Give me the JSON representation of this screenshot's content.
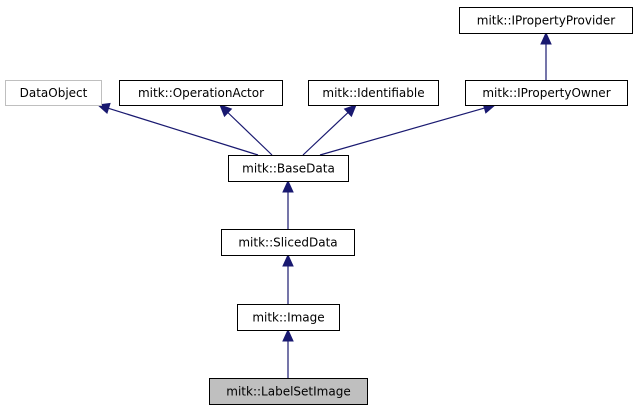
{
  "diagram": {
    "type": "inheritance-graph",
    "colors": {
      "edge": "#191970",
      "node_border": "#000000",
      "external_node_border": "#bfbfbf",
      "node_fill": "#ffffff",
      "highlight_fill": "#bfbfbf"
    },
    "nodes": [
      {
        "id": "IPropertyProvider",
        "label": "mitk::IPropertyProvider",
        "style": "normal"
      },
      {
        "id": "DataObject",
        "label": "DataObject",
        "style": "external"
      },
      {
        "id": "OperationActor",
        "label": "mitk::OperationActor",
        "style": "normal"
      },
      {
        "id": "Identifiable",
        "label": "mitk::Identifiable",
        "style": "normal"
      },
      {
        "id": "IPropertyOwner",
        "label": "mitk::IPropertyOwner",
        "style": "normal"
      },
      {
        "id": "BaseData",
        "label": "mitk::BaseData",
        "style": "normal"
      },
      {
        "id": "SlicedData",
        "label": "mitk::SlicedData",
        "style": "normal"
      },
      {
        "id": "Image",
        "label": "mitk::Image",
        "style": "normal"
      },
      {
        "id": "LabelSetImage",
        "label": "mitk::LabelSetImage",
        "style": "highlight"
      }
    ],
    "edges": [
      {
        "from": "IPropertyOwner",
        "to": "IPropertyProvider"
      },
      {
        "from": "BaseData",
        "to": "DataObject"
      },
      {
        "from": "BaseData",
        "to": "OperationActor"
      },
      {
        "from": "BaseData",
        "to": "Identifiable"
      },
      {
        "from": "BaseData",
        "to": "IPropertyOwner"
      },
      {
        "from": "SlicedData",
        "to": "BaseData"
      },
      {
        "from": "Image",
        "to": "SlicedData"
      },
      {
        "from": "LabelSetImage",
        "to": "Image"
      }
    ]
  }
}
